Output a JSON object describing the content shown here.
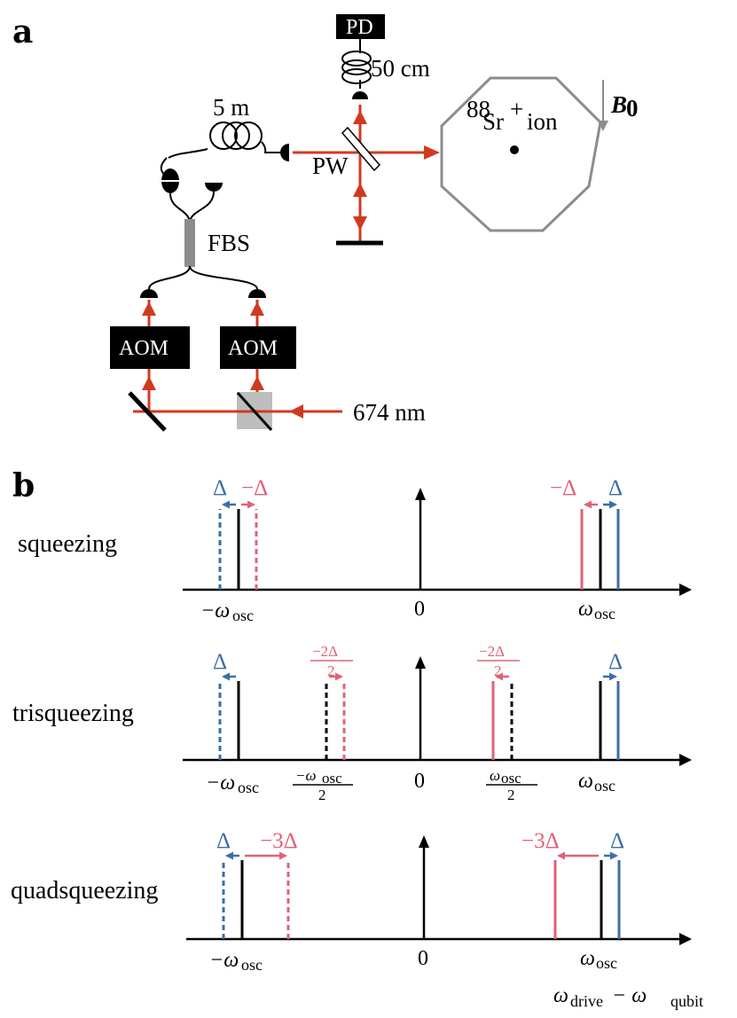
{
  "panel_a": {
    "panel_label": "a",
    "pd_label": "PD",
    "fiber_short": "50 cm",
    "fiber_long": "5 m",
    "ion_label": "Sr",
    "ion_mass": "88",
    "ion_charge": "+",
    "ion_word": "ion",
    "field_label": "B",
    "field_sub": "0",
    "window_label": "PW",
    "splitter_label": "FBS",
    "aom_label_1": "AOM",
    "aom_label_2": "AOM",
    "wavelength": "674 nm",
    "colors": {
      "beam": "#d03a1f",
      "fiber": "#000000",
      "chamber": "#8c8c8c"
    }
  },
  "panel_b": {
    "panel_label": "b",
    "colors": {
      "blue": "#3b6ea8",
      "pink": "#e06277",
      "black": "#000000"
    },
    "rows": [
      {
        "name": "squeezing",
        "ticks": [
          "−ω",
          "osc",
          "0",
          "ω",
          "osc"
        ],
        "left_blue": "Δ",
        "left_pink": "−Δ",
        "right_pink": "−Δ",
        "right_blue": "Δ"
      },
      {
        "name": "trisqueezing",
        "ticks": [
          "−ω",
          "osc",
          "0",
          "ω",
          "osc"
        ],
        "half_left_num": "−ω",
        "half_left_num_sub": "osc",
        "half_den": "2",
        "half_right_num": "ω",
        "half_right_num_sub": "osc",
        "left_blue": "Δ",
        "mid_left_num": "−2Δ",
        "mid_left_den": "2",
        "mid_right_num": "−2Δ",
        "mid_right_den": "2",
        "right_blue": "Δ"
      },
      {
        "name": "quadsqueezing",
        "ticks": [
          "−ω",
          "osc",
          "0",
          "ω",
          "osc"
        ],
        "left_blue": "Δ",
        "left_pink": "−3Δ",
        "right_pink": "−3Δ",
        "right_blue": "Δ"
      }
    ],
    "x_axis_label": "ω",
    "x_axis_sub_1": "drive",
    "x_axis_mid": " − ω",
    "x_axis_sub_2": "qubit"
  }
}
